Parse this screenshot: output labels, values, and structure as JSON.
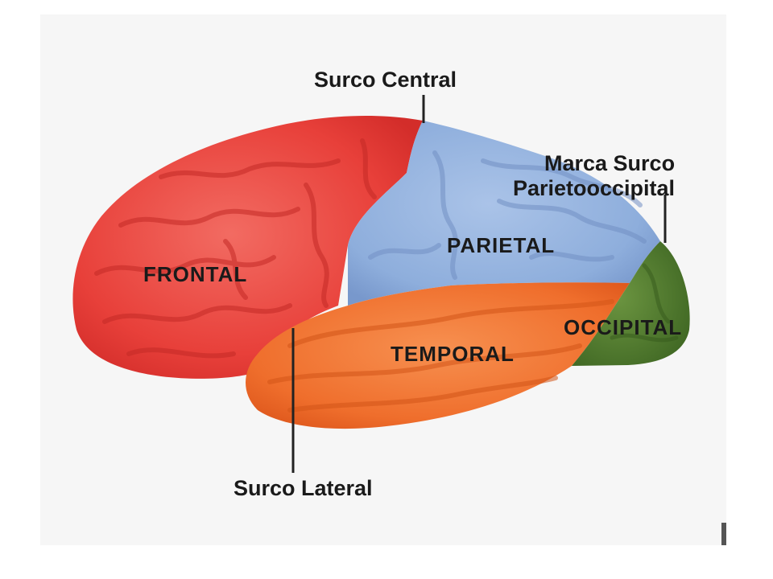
{
  "labels": {
    "central_sulcus": "Surco Central",
    "lateral_sulcus": "Surco Lateral",
    "parieto_line1": "Marca Surco",
    "parieto_line2": "Parietooccipital",
    "frontal": "FRONTAL",
    "parietal": "PARIETAL",
    "temporal": "TEMPORAL",
    "occipital": "OCCIPITAL"
  },
  "colors": {
    "frontal": "#e8403a",
    "parietal": "#8eaedc",
    "temporal": "#ef6e2c",
    "occipital": "#4f7a2e",
    "background": "#f6f6f6"
  }
}
